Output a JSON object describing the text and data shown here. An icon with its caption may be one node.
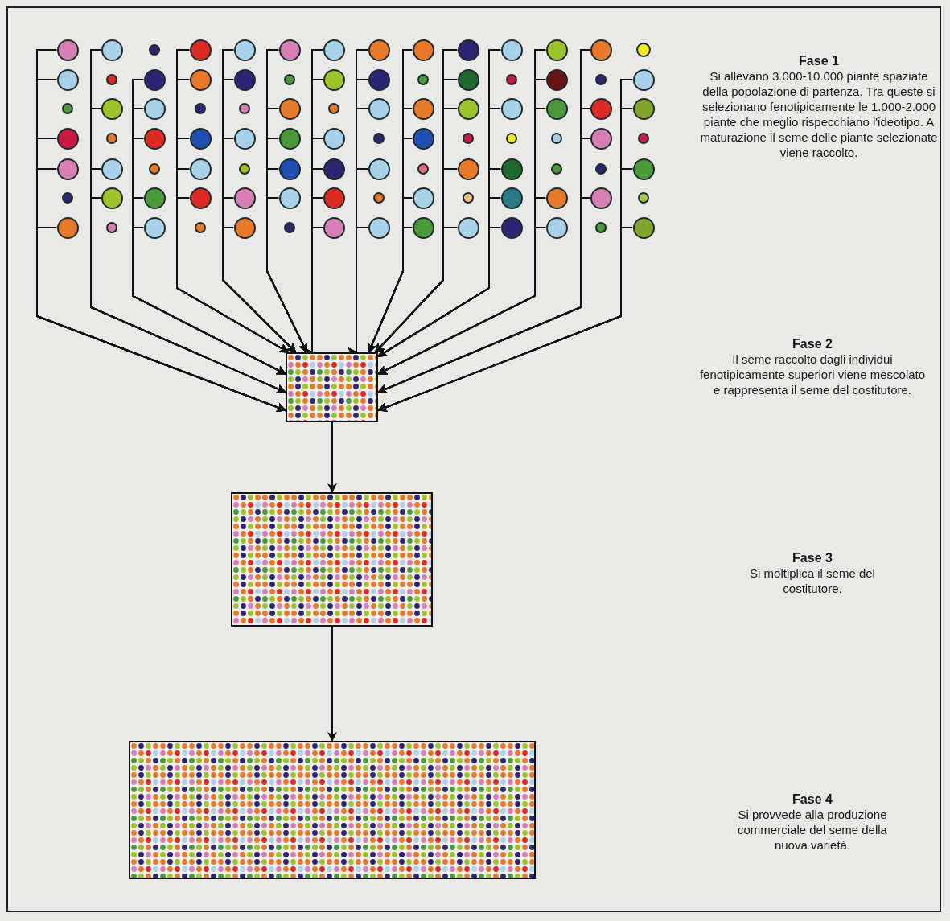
{
  "diagram": {
    "nodes": [
      {
        "text": [],
        "shape": "circle"
      },
      {
        "text": [],
        "shape": "circle"
      },
      {
        "text": [],
        "shape": "circle"
      },
      {
        "text": [],
        "shape": "circle"
      },
      {
        "text": [],
        "shape": "circle"
      },
      {
        "text": [],
        "shape": "circle"
      },
      {
        "text": [],
        "shape": "circle"
      },
      {
        "text": [],
        "shape": "circle"
      },
      {
        "text": [],
        "shape": "circle"
      },
      {
        "text": [],
        "shape": "circle"
      },
      {
        "text": [],
        "shape": "circle"
      },
      {
        "text": [],
        "shape": "circle"
      },
      {
        "text": [],
        "shape": "circle"
      },
      {
        "text": [],
        "shape": "circle"
      },
      {
        "text": [],
        "shape": "circle"
      },
      {
        "text": [],
        "shape": "circle"
      },
      {
        "text": [],
        "shape": "circle"
      },
      {
        "text": [],
        "shape": "circle"
      },
      {
        "text": [],
        "shape": "circle"
      },
      {
        "text": [],
        "shape": "circle"
      },
      {
        "text": [],
        "shape": "circle"
      },
      {
        "text": [],
        "shape": "circle"
      },
      {
        "text": [],
        "shape": "circle"
      },
      {
        "text": [],
        "shape": "circle"
      },
      {
        "text": [],
        "shape": "circle"
      },
      {
        "text": [],
        "shape": "circle"
      },
      {
        "text": [],
        "shape": "circle"
      },
      {
        "text": [],
        "shape": "circle"
      },
      {
        "text": [],
        "shape": "circle"
      },
      {
        "text": [],
        "shape": "circle"
      },
      {
        "text": [],
        "shape": "circle"
      },
      {
        "text": [],
        "shape": "circle"
      },
      {
        "text": [],
        "shape": "circle"
      },
      {
        "text": [],
        "shape": "circle"
      },
      {
        "text": [],
        "shape": "circle"
      },
      {
        "text": [],
        "shape": "circle"
      },
      {
        "text": [],
        "shape": "circle"
      },
      {
        "text": [],
        "shape": "circle"
      },
      {
        "text": [],
        "shape": "circle"
      },
      {
        "text": [],
        "shape": "circle"
      },
      {
        "text": [],
        "shape": "circle"
      },
      {
        "text": [],
        "shape": "circle"
      },
      {
        "text": [],
        "shape": "circle"
      },
      {
        "text": [],
        "shape": "circle"
      },
      {
        "text": [],
        "shape": "circle"
      },
      {
        "text": [],
        "shape": "circle"
      },
      {
        "text": [],
        "shape": "circle"
      },
      {
        "text": [],
        "shape": "circle"
      },
      {
        "text": [],
        "shape": "circle"
      },
      {
        "text": [],
        "shape": "circle"
      },
      {
        "text": [],
        "shape": "circle"
      },
      {
        "text": [],
        "shape": "circle"
      },
      {
        "text": [],
        "shape": "circle"
      },
      {
        "text": [],
        "shape": "circle"
      },
      {
        "text": [],
        "shape": "circle"
      },
      {
        "text": [],
        "shape": "circle"
      },
      {
        "text": [],
        "shape": "circle"
      },
      {
        "text": [],
        "shape": "circle"
      },
      {
        "text": [],
        "shape": "circle"
      },
      {
        "text": [],
        "shape": "circle"
      },
      {
        "text": [],
        "shape": "circle"
      },
      {
        "text": [],
        "shape": "circle"
      },
      {
        "text": [],
        "shape": "circle"
      },
      {
        "text": [],
        "shape": "circle"
      },
      {
        "text": [],
        "shape": "circle"
      },
      {
        "text": [],
        "shape": "circle"
      },
      {
        "text": [],
        "shape": "circle"
      },
      {
        "text": [],
        "shape": "circle"
      },
      {
        "text": [],
        "shape": "circle"
      },
      {
        "text": [],
        "shape": "circle"
      },
      {
        "text": [],
        "shape": "circle"
      },
      {
        "text": [],
        "shape": "circle"
      },
      {
        "text": [],
        "shape": "circle"
      },
      {
        "text": [],
        "shape": "circle"
      },
      {
        "text": [],
        "shape": "circle"
      },
      {
        "text": [],
        "shape": "circle"
      },
      {
        "text": [],
        "shape": "circle"
      },
      {
        "text": [],
        "shape": "circle"
      },
      {
        "text": [],
        "shape": "circle"
      },
      {
        "text": [],
        "shape": "circle"
      },
      {
        "text": [],
        "shape": "circle"
      },
      {
        "text": [],
        "shape": "circle"
      },
      {
        "text": [],
        "shape": "circle"
      },
      {
        "text": [],
        "shape": "circle"
      },
      {
        "text": [],
        "shape": "circle"
      },
      {
        "text": [],
        "shape": "circle"
      },
      {
        "text": [],
        "shape": "circle"
      },
      {
        "text": [],
        "shape": "circle"
      },
      {
        "text": [],
        "shape": "circle"
      },
      {
        "text": [],
        "shape": "circle"
      },
      {
        "text": [],
        "shape": "circle"
      },
      {
        "text": [],
        "shape": "circle"
      },
      {
        "text": [],
        "shape": "circle"
      },
      {
        "text": [],
        "shape": "circle"
      },
      {
        "text": [],
        "shape": "circle"
      },
      {
        "text": [],
        "shape": "circle"
      },
      {
        "text": [],
        "shape": "circle"
      },
      {
        "text": [],
        "shape": "circle"
      },
      {
        "text": [],
        "shape": "box",
        "beside": [
          "Fase 2",
          "Il seme raccolto dagli individui fenotipicamente superiori viene mescolato e rappresenta il seme del costitutore."
        ]
      },
      {
        "text": [],
        "shape": "box",
        "beside": [
          "Fase 3",
          "Si moltiplica il seme del costitutore."
        ]
      },
      {
        "text": [],
        "shape": "box",
        "beside": [
          "Fase 4",
          "Si provvede alla produzione commerciale del seme della nuova varietà."
        ]
      }
    ],
    "edges": [
      {
        "from": 0,
        "to": 98,
        "arrow": "to"
      },
      {
        "from": 1,
        "to": 98,
        "arrow": "to"
      },
      {
        "from": 3,
        "to": 98,
        "arrow": "to"
      },
      {
        "from": 4,
        "to": 98,
        "arrow": "to"
      },
      {
        "from": 5,
        "to": 98,
        "arrow": "to"
      },
      {
        "from": 6,
        "to": 98,
        "arrow": "to"
      },
      {
        "from": 7,
        "to": 98,
        "arrow": "to"
      },
      {
        "from": 8,
        "to": 98,
        "arrow": "to"
      },
      {
        "from": 9,
        "to": 98,
        "arrow": "to"
      },
      {
        "from": 10,
        "to": 98,
        "arrow": "to"
      },
      {
        "from": 11,
        "to": 98,
        "arrow": "to"
      },
      {
        "from": 12,
        "to": 98,
        "arrow": "to"
      },
      {
        "from": 14,
        "to": 98,
        "arrow": "to"
      },
      {
        "from": 16,
        "to": 98,
        "arrow": "to"
      },
      {
        "from": 17,
        "to": 98,
        "arrow": "to"
      },
      {
        "from": 18,
        "to": 98,
        "arrow": "to"
      },
      {
        "from": 20,
        "to": 98,
        "arrow": "to"
      },
      {
        "from": 21,
        "to": 98,
        "arrow": "to"
      },
      {
        "from": 23,
        "to": 98,
        "arrow": "to"
      },
      {
        "from": 25,
        "to": 98,
        "arrow": "to"
      },
      {
        "from": 27,
        "to": 98,
        "arrow": "to"
      },
      {
        "from": 29,
        "to": 98,
        "arrow": "to"
      },
      {
        "from": 30,
        "to": 98,
        "arrow": "to"
      },
      {
        "from": 33,
        "to": 98,
        "arrow": "to"
      },
      {
        "from": 35,
        "to": 98,
        "arrow": "to"
      },
      {
        "from": 36,
        "to": 98,
        "arrow": "to"
      },
      {
        "from": 37,
        "to": 98,
        "arrow": "to"
      },
      {
        "from": 38,
        "to": 98,
        "arrow": "to"
      },
      {
        "from": 39,
        "to": 98,
        "arrow": "to"
      },
      {
        "from": 40,
        "to": 98,
        "arrow": "to"
      },
      {
        "from": 41,
        "to": 98,
        "arrow": "to"
      },
      {
        "from": 42,
        "to": 98,
        "arrow": "to"
      },
      {
        "from": 44,
        "to": 98,
        "arrow": "to"
      },
      {
        "from": 45,
        "to": 98,
        "arrow": "to"
      },
      {
        "from": 46,
        "to": 98,
        "arrow": "to"
      },
      {
        "from": 47,
        "to": 98,
        "arrow": "to"
      },
      {
        "from": 48,
        "to": 98,
        "arrow": "to"
      },
      {
        "from": 50,
        "to": 98,
        "arrow": "to"
      },
      {
        "from": 54,
        "to": 98,
        "arrow": "to"
      },
      {
        "from": 56,
        "to": 98,
        "arrow": "to"
      },
      {
        "from": 57,
        "to": 98,
        "arrow": "to"
      },
      {
        "from": 59,
        "to": 98,
        "arrow": "to"
      },
      {
        "from": 61,
        "to": 98,
        "arrow": "to"
      },
      {
        "from": 62,
        "to": 98,
        "arrow": "to"
      },
      {
        "from": 63,
        "to": 98,
        "arrow": "to"
      },
      {
        "from": 65,
        "to": 98,
        "arrow": "to"
      },
      {
        "from": 66,
        "to": 98,
        "arrow": "to"
      },
      {
        "from": 69,
        "to": 98,
        "arrow": "to"
      },
      {
        "from": 71,
        "to": 98,
        "arrow": "to"
      },
      {
        "from": 72,
        "to": 98,
        "arrow": "to"
      },
      {
        "from": 73,
        "to": 98,
        "arrow": "to"
      },
      {
        "from": 74,
        "to": 98,
        "arrow": "to"
      },
      {
        "from": 75,
        "to": 98,
        "arrow": "to"
      },
      {
        "from": 76,
        "to": 98,
        "arrow": "to"
      },
      {
        "from": 78,
        "to": 98,
        "arrow": "to"
      },
      {
        "from": 80,
        "to": 98,
        "arrow": "to"
      },
      {
        "from": 81,
        "to": 98,
        "arrow": "to"
      },
      {
        "from": 82,
        "to": 98,
        "arrow": "to"
      },
      {
        "from": 84,
        "to": 98,
        "arrow": "to"
      },
      {
        "from": 86,
        "to": 98,
        "arrow": "to"
      },
      {
        "from": 88,
        "to": 98,
        "arrow": "to"
      },
      {
        "from": 90,
        "to": 98,
        "arrow": "to"
      },
      {
        "from": 91,
        "to": 98,
        "arrow": "to"
      },
      {
        "from": 92,
        "to": 98,
        "arrow": "to"
      },
      {
        "from": 93,
        "to": 98,
        "arrow": "to"
      },
      {
        "from": 94,
        "to": 98,
        "arrow": "to"
      },
      {
        "from": 95,
        "to": 98,
        "arrow": "to"
      },
      {
        "from": 97,
        "to": 98,
        "arrow": "to"
      },
      {
        "from": 98,
        "to": 99,
        "arrow": "to"
      },
      {
        "from": 99,
        "to": 100,
        "arrow": "to"
      }
    ],
    "labels": [
      "Fase 1",
      "Si allevano 3.000-10.000 piante spaziate della popolazione di partenza. Tra queste si selezionano fenotipicamente le 1.000-2.000 piante che meglio rispecchiano l'ideotipo. A maturazione il seme delle piante selezionate viene raccolto."
    ]
  }
}
